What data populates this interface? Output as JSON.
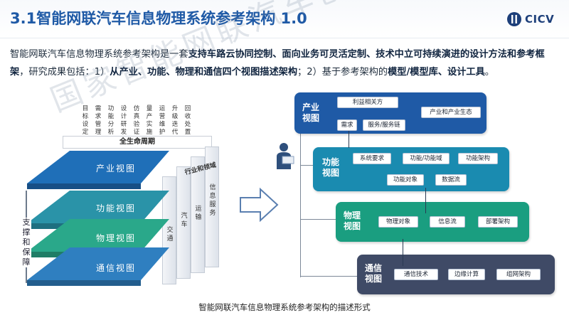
{
  "title": "3.1智能网联汽车信息物理系统参考架构 1.0",
  "logo": {
    "text": "CICV",
    "icon": "cicv-logo-icon"
  },
  "intro": {
    "line1_plain_a": "智能网联汽车信息物理系统参考架构是一套",
    "line1_bold": "支持车路云协同控制、面向业务可灵活定制、技术中立可持续演进的设计方法和参考框架",
    "line1_plain_b": "，研究成果包括：1）",
    "bold2": "从产业、功能、物理和通信四个视图描述架构",
    "plain3": "；2）基于参考架构的",
    "bold3": "模型/模型库、设计工具",
    "plain4": "。"
  },
  "left_diagram": {
    "stages": [
      "目标设定",
      "需求管理",
      "功能分析",
      "设计研发",
      "仿真验证",
      "量产实施",
      "运营维护",
      "升级迭代",
      "回收处置"
    ],
    "lifecycle_label": "全生命周期",
    "layers": [
      "产业视图",
      "功能视图",
      "物理视图",
      "通信视图"
    ],
    "layer_colors": [
      "#1f6fb8",
      "#2a93a8",
      "#2aa88a",
      "#2f7fc0"
    ],
    "support_label": "支撑和保障",
    "walls": [
      {
        "label": "行业和领域"
      },
      {
        "label": "交通"
      },
      {
        "label": "汽车"
      },
      {
        "label": "运输"
      },
      {
        "label": "信息服务"
      }
    ]
  },
  "views": {
    "industry": {
      "name": "产业视图",
      "color": "#1f5aa6",
      "nodes": [
        "利益相关方",
        "产业和产业生态",
        "需求",
        "服务/服务链"
      ]
    },
    "function": {
      "name": "功能视图",
      "color": "#1a8bb0",
      "nodes": [
        "系统要求",
        "功能/功能域",
        "功能架构",
        "功能对象",
        "数据流"
      ]
    },
    "physical": {
      "name": "物理视图",
      "color": "#1a9e80",
      "nodes": [
        "物理对象",
        "信息流",
        "部署架构"
      ]
    },
    "communication": {
      "name": "通信视图",
      "color": "#3f4a66",
      "nodes": [
        "通信技术",
        "边缘计算",
        "组网架构"
      ]
    }
  },
  "caption": "智能网联汽车信息物理系统参考架构的描述形式",
  "watermark": "国家智能网联汽车创新中心"
}
